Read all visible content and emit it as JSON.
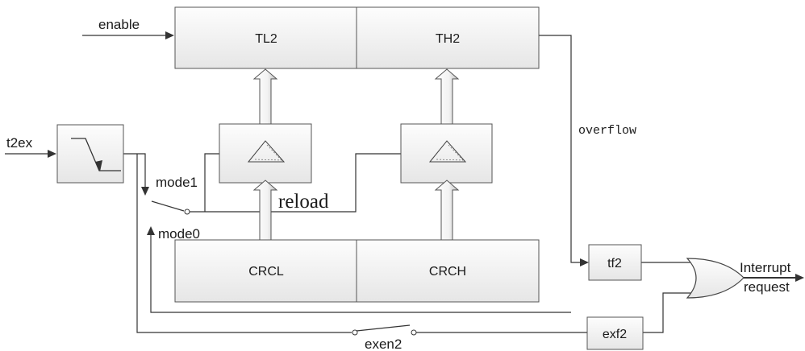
{
  "labels": {
    "enable": "enable",
    "tl2": "TL2",
    "th2": "TH2",
    "overflow": "overflow",
    "t2ex": "t2ex",
    "mode1": "mode1",
    "mode0": "mode0",
    "reload": "reload",
    "crcl": "CRCL",
    "crch": "CRCH",
    "tf2": "tf2",
    "exf2": "exf2",
    "exen2": "exen2",
    "interrupt_line1": "Interrupt",
    "interrupt_line2": "request"
  }
}
